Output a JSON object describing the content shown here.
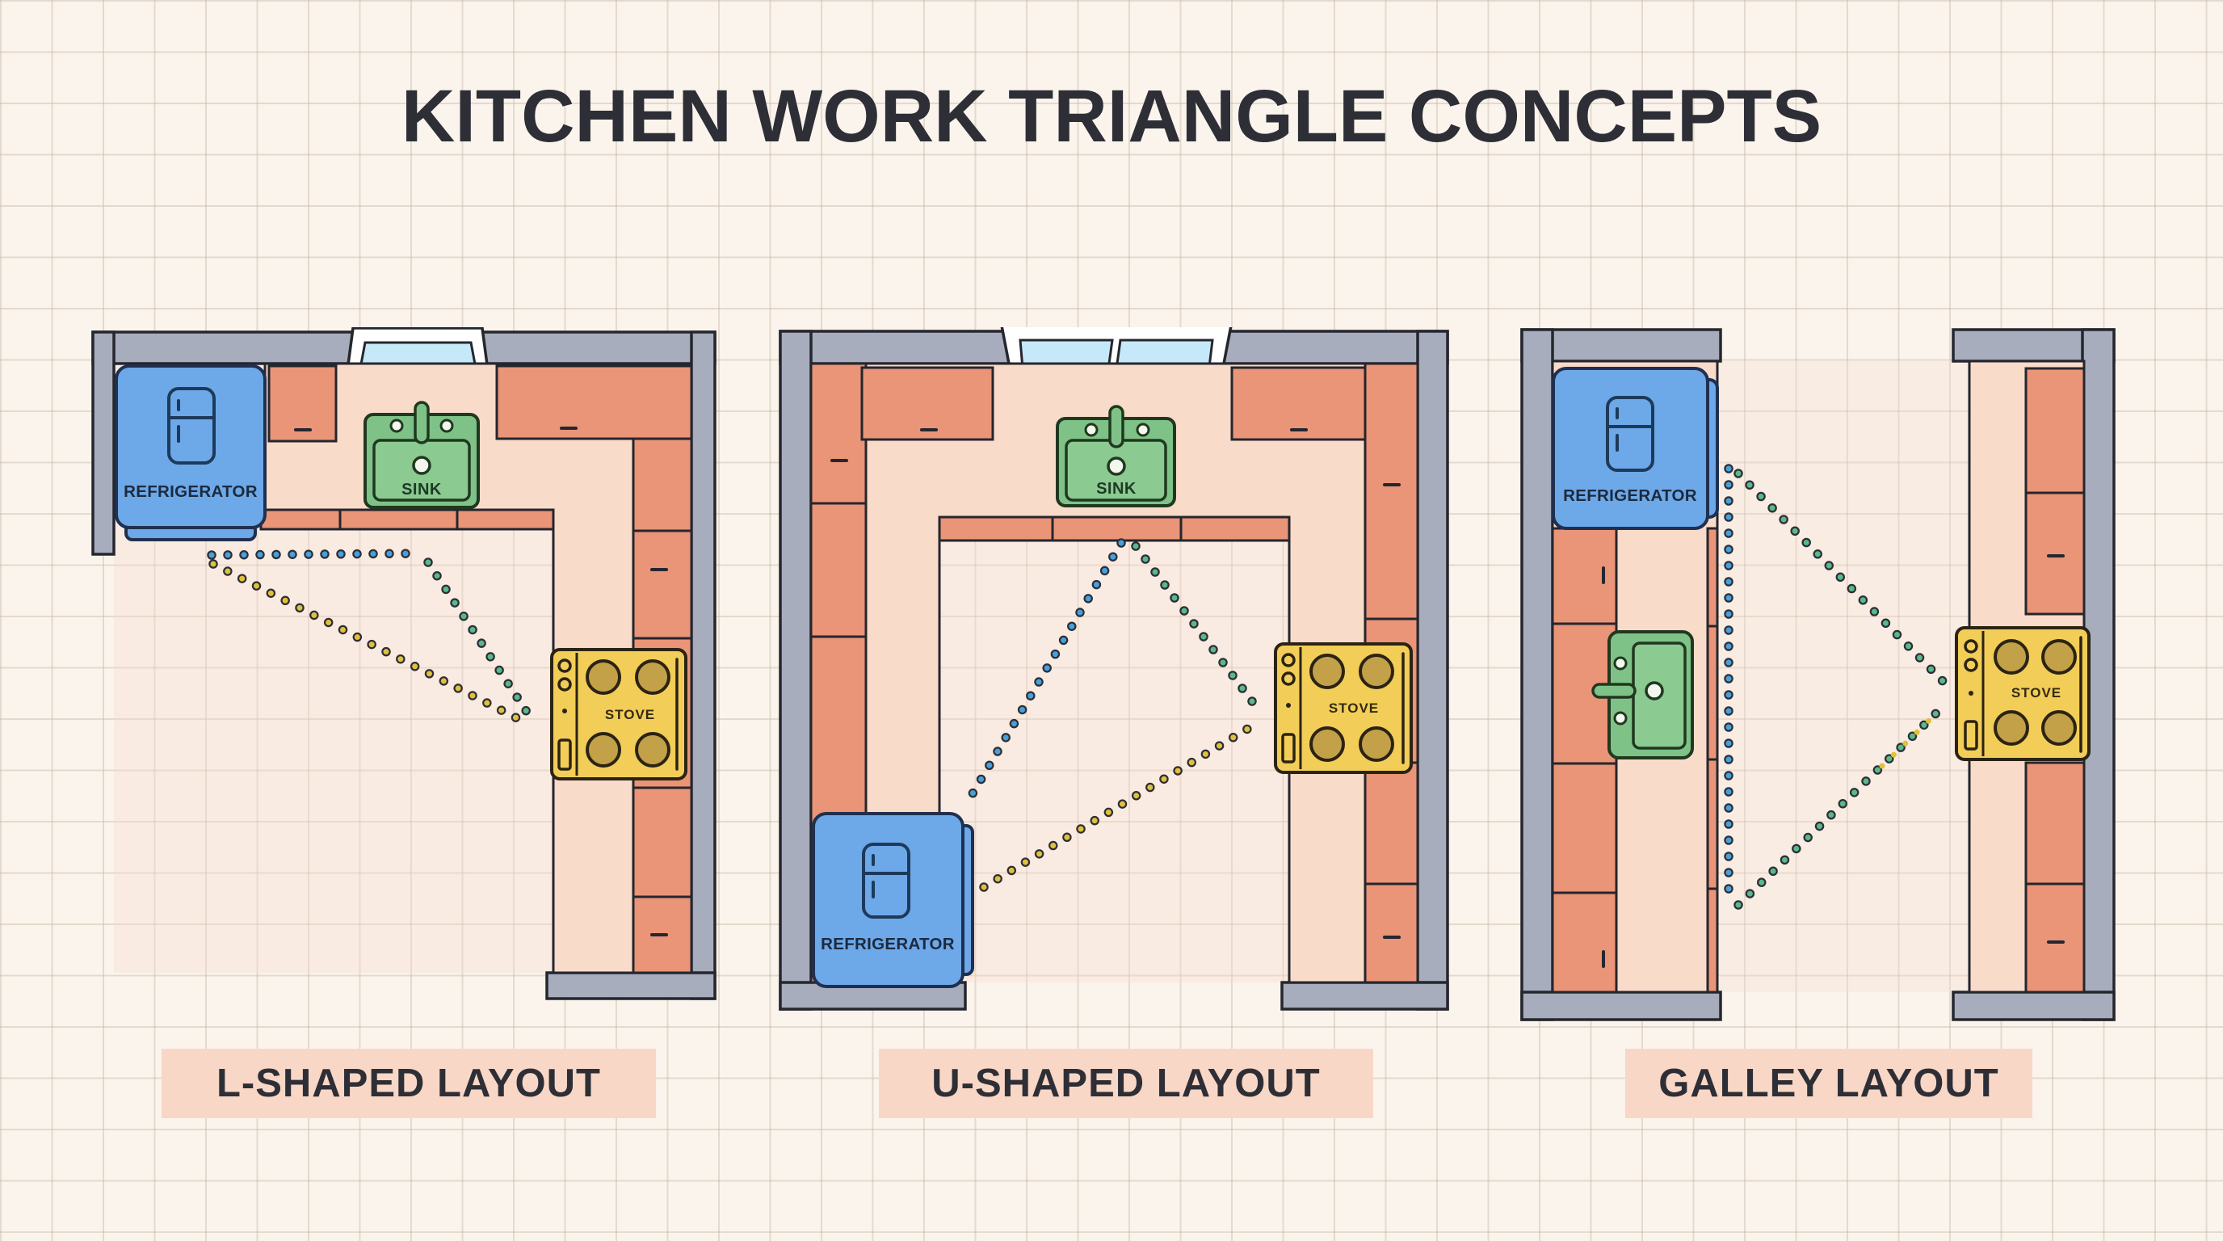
{
  "title": "KITCHEN WORK TRIANGLE CONCEPTS",
  "palette": {
    "background": "#faf4ec",
    "grid_line": "#cdbca6",
    "wall_gray": "#a7adbc",
    "outline_dark": "#25262e",
    "counter_salmon": "#ea9478",
    "counter_surface_pink": "#f9dbca",
    "refrigerator_blue": "#6da8e8",
    "sink_green": "#7fc287",
    "stove_yellow": "#f2cd58",
    "burner_tan": "#c3a149",
    "window_blue": "#c6e9f9",
    "label_background": "#f9d7c6",
    "title_color": "#2d2e36",
    "dot_blue": "#45a1dd",
    "dot_green": "#58b98a",
    "dot_yellow": "#e0c13c"
  },
  "panels": [
    {
      "name": "L-Shaped Layout",
      "label": "L-SHAPED LAYOUT",
      "appliances": {
        "refrigerator": "REFRIGERATOR",
        "sink": "SINK",
        "stove": "STOVE"
      },
      "work_triangle": [
        {
          "from": "refrigerator",
          "to": "sink",
          "color": "#45a1dd"
        },
        {
          "from": "sink",
          "to": "stove",
          "color": "#58b98a"
        },
        {
          "from": "refrigerator",
          "to": "stove",
          "color": "#e0c13c"
        }
      ]
    },
    {
      "name": "U-Shaped Layout",
      "label": "U-SHAPED LAYOUT",
      "appliances": {
        "refrigerator": "REFRIGERATOR",
        "sink": "SINK",
        "stove": "STOVE"
      },
      "work_triangle": [
        {
          "from": "sink",
          "to": "refrigerator",
          "color": "#45a1dd"
        },
        {
          "from": "sink",
          "to": "stove",
          "color": "#58b98a"
        },
        {
          "from": "refrigerator",
          "to": "stove",
          "color": "#e0c13c"
        }
      ]
    },
    {
      "name": "Galley Layout",
      "label": "GALLEY LAYOUT",
      "appliances": {
        "refrigerator": "REFRIGERATOR",
        "stove": "STOVE"
      },
      "work_triangle": [
        {
          "from": "refrigerator",
          "to": "sink",
          "color": "#45a1dd"
        },
        {
          "from": "refrigerator",
          "to": "stove",
          "color": "#58b98a"
        },
        {
          "from": "sink",
          "to": "stove",
          "color": "#58b98a"
        }
      ]
    }
  ]
}
